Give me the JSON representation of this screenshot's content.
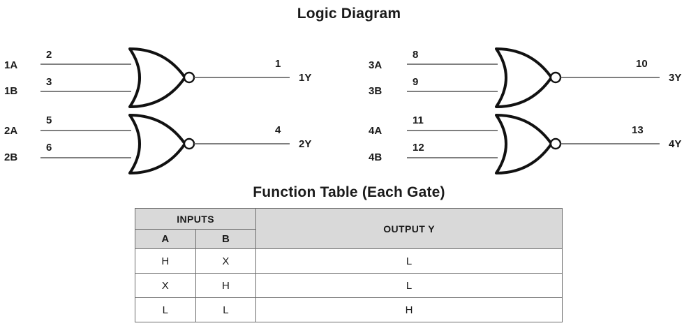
{
  "diagram": {
    "title": "Logic Diagram",
    "gates": [
      {
        "id": "gate-1",
        "input_a_label": "1A",
        "input_a_pin": "2",
        "input_b_label": "1B",
        "input_b_pin": "3",
        "output_label": "1Y",
        "output_pin": "1",
        "type": "nor-gate"
      },
      {
        "id": "gate-2",
        "input_a_label": "2A",
        "input_a_pin": "5",
        "input_b_label": "2B",
        "input_b_pin": "6",
        "output_label": "2Y",
        "output_pin": "4",
        "type": "nor-gate"
      },
      {
        "id": "gate-3",
        "input_a_label": "3A",
        "input_a_pin": "8",
        "input_b_label": "3B",
        "input_b_pin": "9",
        "output_label": "3Y",
        "output_pin": "10",
        "type": "nor-gate"
      },
      {
        "id": "gate-4",
        "input_a_label": "4A",
        "input_a_pin": "11",
        "input_b_label": "4B",
        "input_b_pin": "12",
        "output_label": "4Y",
        "output_pin": "13",
        "type": "nor-gate"
      }
    ]
  },
  "function_table": {
    "title": "Function Table (Each Gate)",
    "group_headers": {
      "inputs": "INPUTS",
      "output": "OUTPUT Y"
    },
    "columns": [
      "A",
      "B"
    ],
    "rows": [
      {
        "a": "H",
        "b": "X",
        "y": "L"
      },
      {
        "a": "X",
        "b": "H",
        "y": "L"
      },
      {
        "a": "L",
        "b": "L",
        "y": "H"
      }
    ]
  },
  "colors": {
    "header_fill": "#d9d9d9",
    "border": "#6b6b6b",
    "wire": "#555555",
    "gate_outline": "#111111",
    "text": "#1a1a1a"
  }
}
